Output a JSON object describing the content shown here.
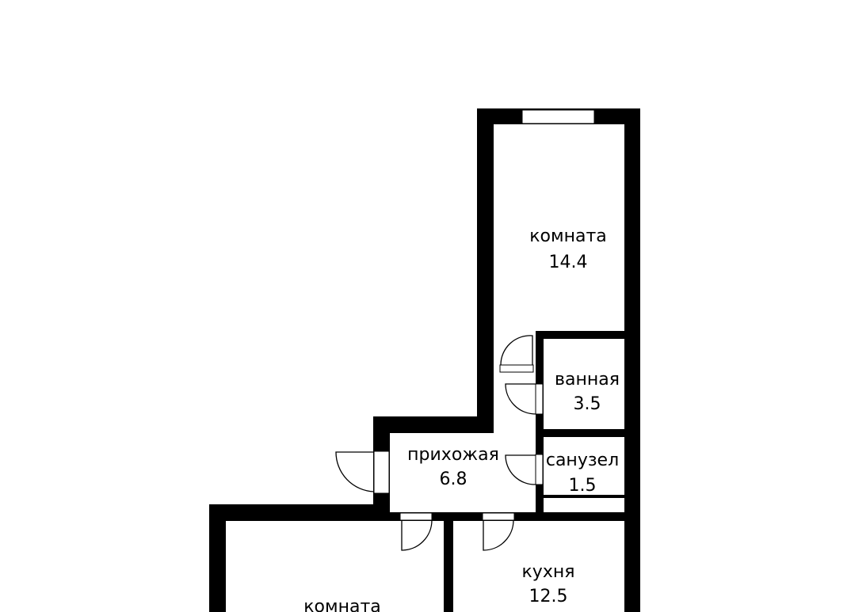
{
  "rooms": [
    {
      "name": "комната",
      "area": "14.4"
    },
    {
      "name": "ванная",
      "area": "3.5"
    },
    {
      "name": "прихожая",
      "area": "6.8"
    },
    {
      "name": "санузел",
      "area": "1.5"
    },
    {
      "name": "кухня",
      "area": "12.5"
    },
    {
      "name": "комната",
      "area": ""
    }
  ],
  "colors": {
    "wall": "#000000",
    "floor": "#ffffff"
  }
}
